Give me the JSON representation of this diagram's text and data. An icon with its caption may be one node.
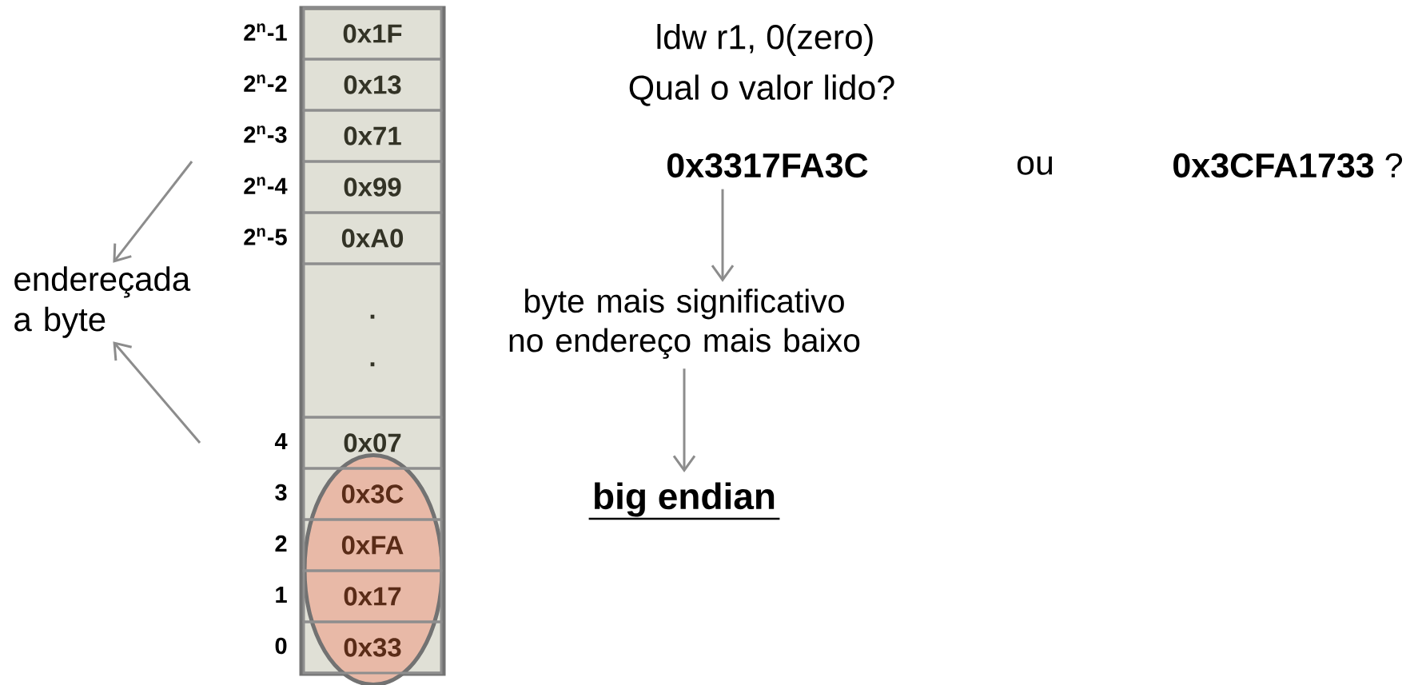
{
  "diagram": {
    "nodes": [
      {
        "text": [],
        "shape": "box"
      },
      {
        "text": [
          "0x1F"
        ],
        "in": 0,
        "beside": [
          "2$^{n}$-1"
        ]
      },
      {
        "text": [
          "0x13"
        ],
        "in": 0,
        "beside": [
          "2$^{n}$-2"
        ]
      },
      {
        "text": [
          "0x71"
        ],
        "in": 0,
        "beside": [
          "2$^{n}$-3"
        ]
      },
      {
        "text": [
          "0x99"
        ],
        "in": 0,
        "beside": [
          "2$^{n}$-4"
        ]
      },
      {
        "text": [
          "0xA0"
        ],
        "in": 0,
        "beside": [
          "2$^{n}$-5"
        ]
      },
      {
        "text": [
          ".",
          "."
        ],
        "in": 0
      },
      {
        "text": [
          "0x07"
        ],
        "in": 0,
        "beside": [
          "4"
        ]
      },
      {
        "text": [
          "0x3C"
        ],
        "in": 0,
        "beside": [
          "3"
        ]
      },
      {
        "text": [
          "0xFA"
        ],
        "in": 0,
        "beside": [
          "2"
        ]
      },
      {
        "text": [
          "0x17"
        ],
        "in": 0,
        "beside": [
          "1"
        ]
      },
      {
        "text": [
          "0x33"
        ],
        "in": 0,
        "beside": [
          "0"
        ]
      },
      {
        "text": [
          "endereçada a byte"
        ]
      },
      {
        "text": [
          "0x3317FA3C"
        ]
      },
      {
        "text": [
          "byte mais significativo no endereço mais baixo"
        ]
      },
      {
        "text": [
          "big endian"
        ]
      }
    ],
    "edges": [
      {
        "from": null,
        "to": 12,
        "arrow": "to"
      },
      {
        "from": null,
        "to": 12,
        "arrow": "to"
      },
      {
        "from": 13,
        "to": 14,
        "arrow": "to"
      },
      {
        "from": 14,
        "to": 15,
        "arrow": "to"
      }
    ],
    "labels": [
      "ldw r1, 0(zero)",
      "Qual o valor lido?",
      "ou",
      "**0x3CFA1733** ?"
    ]
  }
}
